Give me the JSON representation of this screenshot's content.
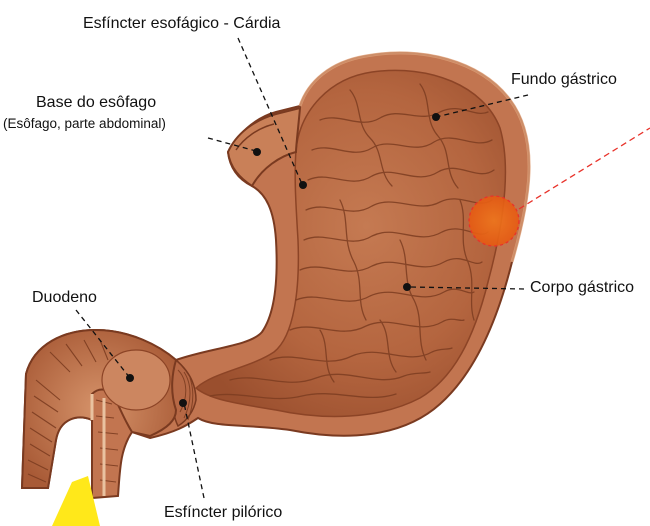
{
  "labels": {
    "esfincter_esofagico": "Esfíncter esofágico - Cárdia",
    "base_esofago": "Base do esôfago",
    "base_esofago_sub": "(Esôfago, parte abdominal)",
    "fundo_gastrico": "Fundo gástrico",
    "corpo_gastrico": "Corpo gástrico",
    "duodeno": "Duodeno",
    "esfincter_pilorico": "Esfíncter pilórico"
  },
  "colors": {
    "stomach_outer": "#c47a52",
    "stomach_inner": "#b0603a",
    "mucosa_fold": "#8a4628",
    "rim_light": "#e8b690",
    "highlight_marker": "#e8631a",
    "highlight_line": "#e8322a",
    "pointer": "#ffe81a"
  }
}
